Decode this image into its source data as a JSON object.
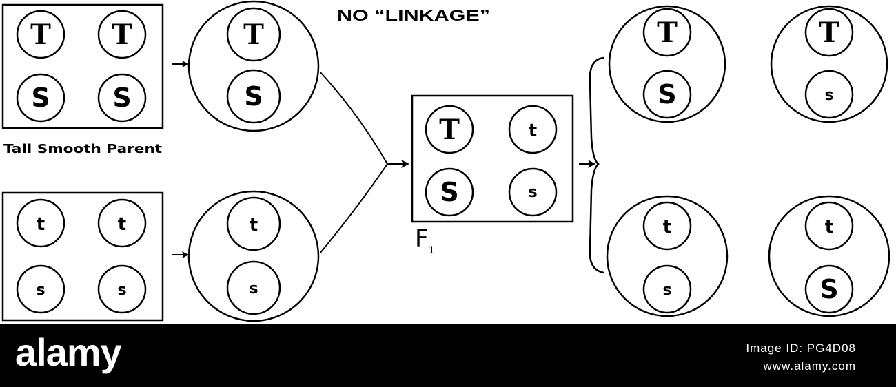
{
  "diagram": {
    "title": "NO “LINKAGE”",
    "parent_tall_caption": "Tall Smooth Parent",
    "f1_label": "F",
    "f1_subscript": "1",
    "allele_T": "T",
    "allele_t": "t",
    "allele_S": "S",
    "allele_s": "s"
  },
  "footer": {
    "brand": "alamy",
    "image_id": "Image ID: PG4D08",
    "site": "www.alamy.com"
  },
  "colors": {
    "ink": "#000000",
    "paper": "#ffffff",
    "footer_bg": "#000000",
    "footer_text": "#ffffff"
  }
}
